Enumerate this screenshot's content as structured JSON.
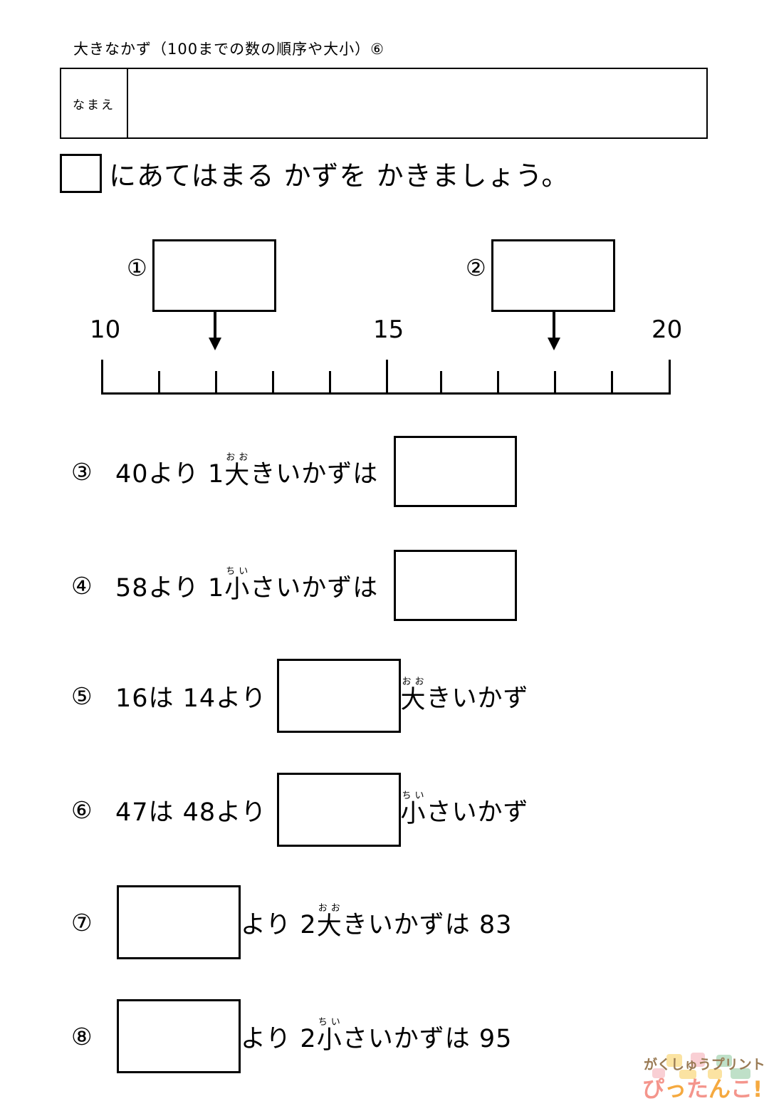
{
  "header": {
    "title": "大きなかず（100までの数の順序や大小）⑥",
    "name_label": "なまえ"
  },
  "instruction": {
    "text": "にあてはまる かずを かきましょう。"
  },
  "chart_data": {
    "type": "number-line",
    "title": "",
    "xlabel": "",
    "ylabel": "",
    "xlim": [
      10,
      20
    ],
    "major_tick_labels": [
      "10",
      "15",
      "20"
    ],
    "major_tick_values": [
      10,
      15,
      20
    ],
    "minor_tick_values": [
      11,
      12,
      13,
      14,
      16,
      17,
      18,
      19
    ],
    "grid": false,
    "legend": "none",
    "pointers": [
      {
        "id": "①",
        "label": "①",
        "points_to": 12,
        "answer_blank": true
      },
      {
        "id": "②",
        "label": "②",
        "points_to": 18,
        "answer_blank": true
      }
    ]
  },
  "questions": [
    {
      "num": "③",
      "layout": "box-after",
      "pre": "40より 1 ",
      "ruby_base": "大",
      "ruby_text": "おお",
      "post": "きいかずは",
      "tail": "",
      "answer_blank": true
    },
    {
      "num": "④",
      "layout": "box-after",
      "pre": "58より 1 ",
      "ruby_base": "小",
      "ruby_text": "ちい",
      "post": "さいかずは",
      "tail": "",
      "answer_blank": true
    },
    {
      "num": "⑤",
      "layout": "box-middle",
      "pre": "16は 14より",
      "ruby_base": "大",
      "ruby_text": "おお",
      "post": "きいかず",
      "tail": "",
      "answer_blank": true
    },
    {
      "num": "⑥",
      "layout": "box-middle",
      "pre": "47は 48より",
      "ruby_base": "小",
      "ruby_text": "ちい",
      "post": "さいかず",
      "tail": "",
      "answer_blank": true
    },
    {
      "num": "⑦",
      "layout": "box-first",
      "pre": "",
      "ruby_base": "大",
      "ruby_text": "おお",
      "post": "きいかずは 83",
      "lead": "より 2 ",
      "tail": "",
      "answer_blank": true
    },
    {
      "num": "⑧",
      "layout": "box-first",
      "pre": "",
      "ruby_base": "小",
      "ruby_text": "ちい",
      "post": "さいかずは 95",
      "lead": "より 2 ",
      "tail": "",
      "answer_blank": true
    }
  ],
  "logo": {
    "top_line": "がくしゅうプリント",
    "bottom_chars": [
      "ぴ",
      "っ",
      "た",
      "ん",
      "こ",
      "!"
    ],
    "colors": {
      "top_text": "#9a7b55",
      "pink": "#f4958c",
      "orange": "#f5a93f",
      "puzzle_yellow": "#fbe3a2",
      "puzzle_green": "#bfe0c8",
      "puzzle_pink": "#f9cfd4"
    }
  }
}
